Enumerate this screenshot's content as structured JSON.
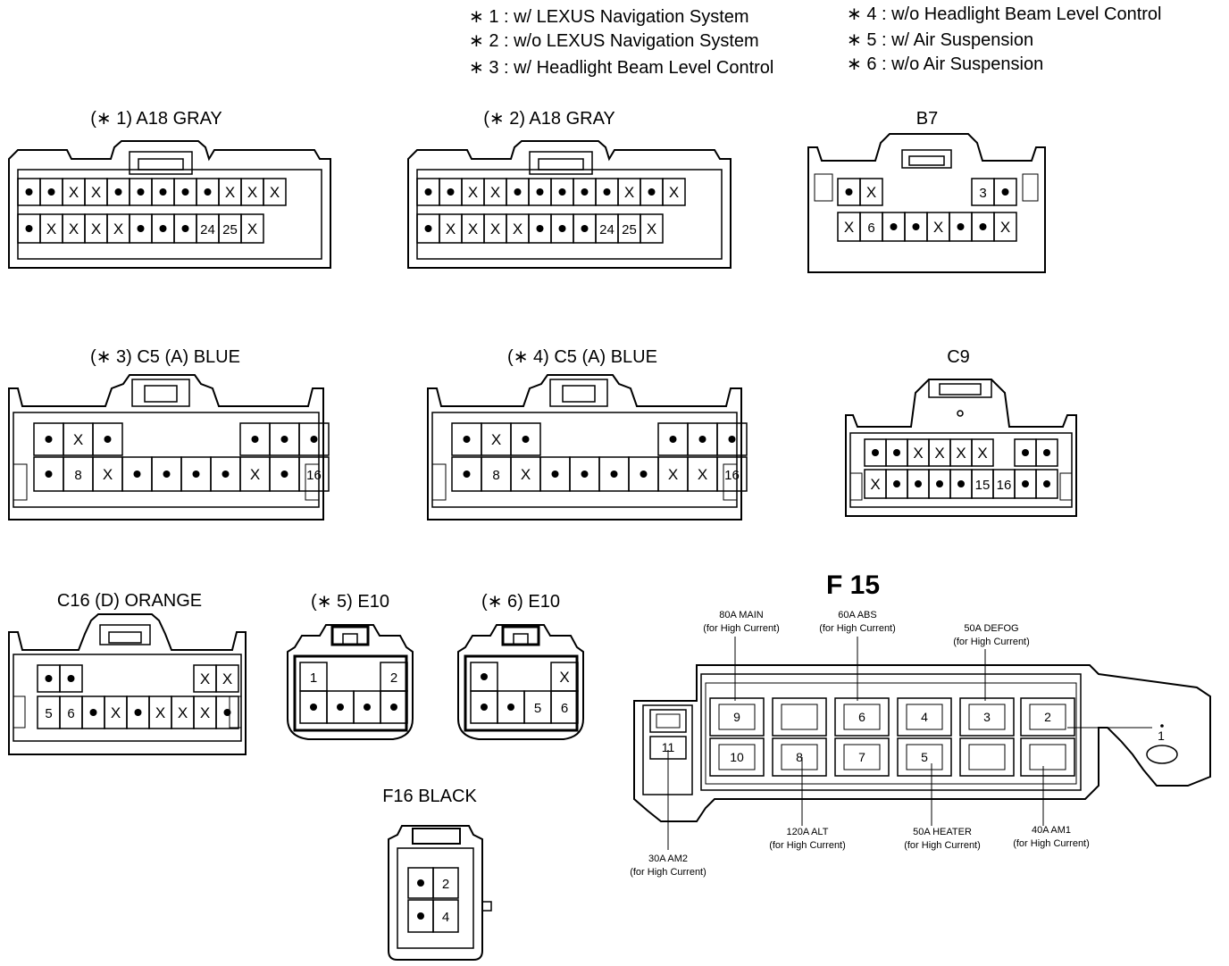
{
  "legend": [
    {
      "mark": "∗ 1",
      "text": "w/ LEXUS Navigation System"
    },
    {
      "mark": "∗ 2",
      "text": "w/o LEXUS Navigation System"
    },
    {
      "mark": "∗ 3",
      "text": "w/ Headlight Beam Level Control"
    },
    {
      "mark": "∗ 4",
      "text": "w/o Headlight Beam Level Control"
    },
    {
      "mark": "∗ 5",
      "text": "w/ Air Suspension"
    },
    {
      "mark": "∗ 6",
      "text": "w/o Air Suspension"
    }
  ],
  "connectors": [
    {
      "id": "a18_nav",
      "title": "(∗ 1)  A18  GRAY",
      "rows": [
        [
          "●",
          "●",
          "X",
          "X",
          "●",
          "●",
          "●",
          "●",
          "●",
          "X",
          "X",
          "X"
        ],
        [
          "●",
          "X",
          "X",
          "X",
          "X",
          "●",
          "●",
          "●",
          "24",
          "25",
          "X"
        ]
      ]
    },
    {
      "id": "a18_nonav",
      "title": "(∗ 2)  A18  GRAY",
      "rows": [
        [
          "●",
          "●",
          "X",
          "X",
          "●",
          "●",
          "●",
          "●",
          "●",
          "X",
          "●",
          "X"
        ],
        [
          "●",
          "X",
          "X",
          "X",
          "X",
          "●",
          "●",
          "●",
          "24",
          "25",
          "X"
        ]
      ]
    },
    {
      "id": "b7",
      "title": "B7",
      "rows": [
        [
          "●",
          "X",
          "3",
          "●"
        ],
        [
          "X",
          "6",
          "●",
          "●",
          "X",
          "●",
          "●",
          "X"
        ]
      ]
    },
    {
      "id": "c5_hbl",
      "title": "(∗ 3)  C5  (A)  BLUE",
      "rows": [
        [
          "●",
          "X",
          "●",
          "●",
          "●",
          "●"
        ],
        [
          "●",
          "8",
          "X",
          "●",
          "●",
          "●",
          "●",
          "X",
          "●",
          "16"
        ]
      ]
    },
    {
      "id": "c5_nohbl",
      "title": "(∗ 4)  C5  (A)  BLUE",
      "rows": [
        [
          "●",
          "X",
          "●",
          "●",
          "●",
          "●"
        ],
        [
          "●",
          "8",
          "X",
          "●",
          "●",
          "●",
          "●",
          "X",
          "X",
          "16"
        ]
      ]
    },
    {
      "id": "c9",
      "title": "C9",
      "rows": [
        [
          "●",
          "●",
          "X",
          "X",
          "X",
          "X",
          "●",
          "●"
        ],
        [
          "X",
          "●",
          "●",
          "●",
          "●",
          "15",
          "16",
          "●",
          "●"
        ]
      ]
    },
    {
      "id": "c16",
      "title": "C16  (D)  ORANGE",
      "rows": [
        [
          "●",
          "●",
          "X",
          "X"
        ],
        [
          "5",
          "6",
          "●",
          "X",
          "●",
          "X",
          "X",
          "X",
          "●"
        ]
      ]
    },
    {
      "id": "e10_air",
      "title": "(∗ 5)  E10",
      "rows": [
        [
          "1",
          "2"
        ],
        [
          "●",
          "●",
          "●",
          "●"
        ]
      ]
    },
    {
      "id": "e10_noair",
      "title": "(∗ 6)  E10",
      "rows": [
        [
          "●",
          "X"
        ],
        [
          "●",
          "●",
          "5",
          "6"
        ]
      ]
    },
    {
      "id": "f16",
      "title": "F16  BLACK",
      "rows": [
        [
          "●",
          "2"
        ],
        [
          "●",
          "4"
        ]
      ]
    }
  ],
  "f15": {
    "title": "F 15",
    "slots_top": [
      "9",
      "",
      "6",
      "4",
      "3",
      "2"
    ],
    "slots_bottom": [
      "10",
      "8",
      "7",
      "5",
      "",
      ""
    ],
    "left_slot": "11",
    "right_pin": "1",
    "fuses": [
      {
        "name": "80A MAIN",
        "note": "(for High Current)"
      },
      {
        "name": "60A ABS",
        "note": "(for High Current)"
      },
      {
        "name": "50A DEFOG",
        "note": "(for High Current)"
      },
      {
        "name": "120A ALT",
        "note": "(for High Current)"
      },
      {
        "name": "50A HEATER",
        "note": "(for High Current)"
      },
      {
        "name": "40A AM1",
        "note": "(for High Current)"
      },
      {
        "name": "30A AM2",
        "note": "(for High Current)"
      }
    ]
  }
}
